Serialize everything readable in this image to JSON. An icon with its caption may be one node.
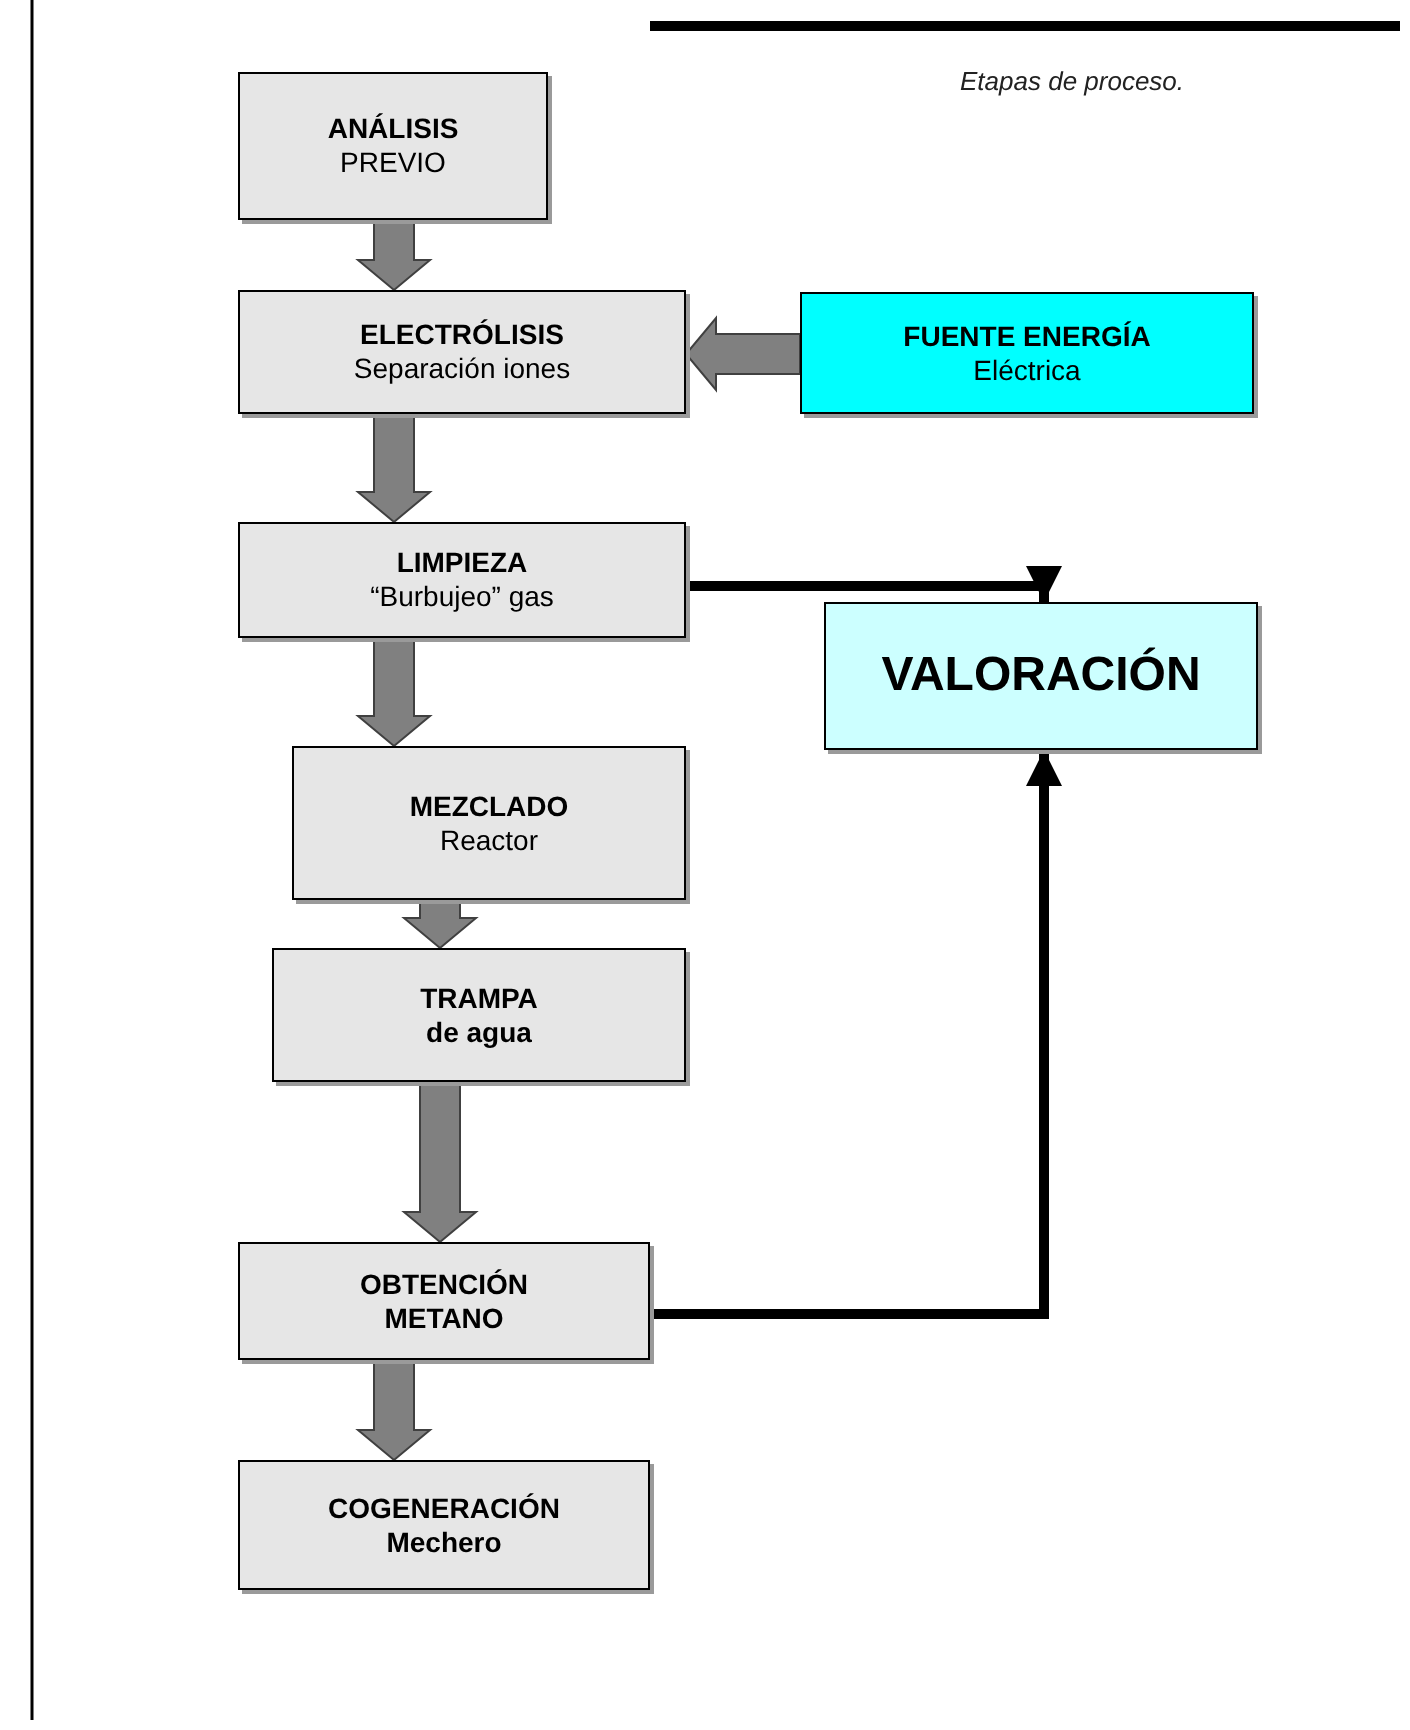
{
  "diagram": {
    "caption": "Etapas de proceso.",
    "nodes": [
      {
        "text": [
          "ANÁLISIS",
          "PREVIO"
        ]
      },
      {
        "text": [
          "ELECTRÓLISIS",
          "Separación iones"
        ]
      },
      {
        "text": [
          "FUENTE ENERGÍA",
          "Eléctrica"
        ]
      },
      {
        "text": [
          "LIMPIEZA",
          "“Burbujeo” gas"
        ]
      },
      {
        "text": [
          "VALORACIÓN"
        ]
      },
      {
        "text": [
          "MEZCLADO",
          "Reactor"
        ]
      },
      {
        "text": [
          "TRAMPA de agua"
        ]
      },
      {
        "text": [
          "OBTENCIÓN METANO"
        ]
      },
      {
        "text": [
          "COGENERACIÓN Mechero"
        ]
      }
    ],
    "edges": [
      {
        "from": 0,
        "to": 1,
        "arrow": "to",
        "style": "thick"
      },
      {
        "from": 2,
        "to": 1,
        "arrow": "to",
        "style": "thick"
      },
      {
        "from": 1,
        "to": 3,
        "arrow": "to",
        "style": "thick"
      },
      {
        "from": 3,
        "to": 5,
        "arrow": "to",
        "style": "thick"
      },
      {
        "from": 5,
        "to": 6,
        "arrow": "to",
        "style": "thick"
      },
      {
        "from": 6,
        "to": 7,
        "arrow": "to",
        "style": "thick"
      },
      {
        "from": 7,
        "to": 8,
        "arrow": "to",
        "style": "thick"
      },
      {
        "from": 3,
        "to": 4,
        "arrow": "to",
        "color": "#000000"
      },
      {
        "from": 7,
        "to": 4,
        "arrow": "to",
        "color": "#000000"
      }
    ]
  }
}
